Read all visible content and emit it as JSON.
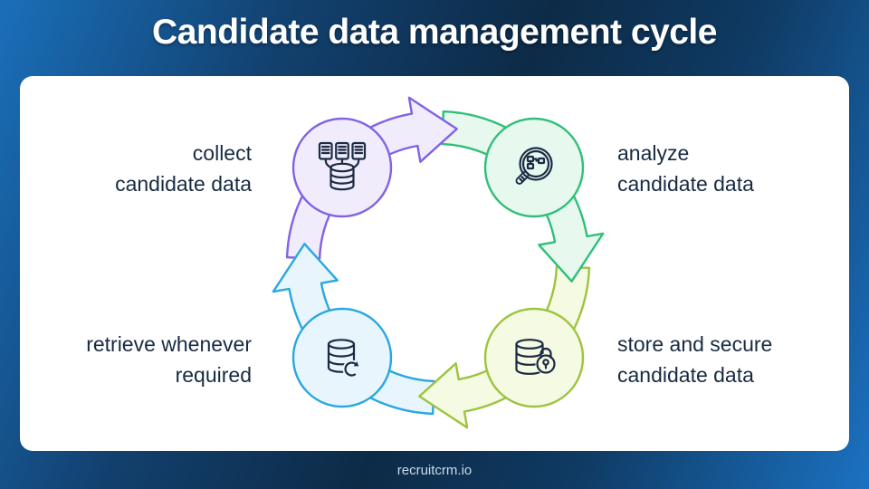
{
  "title": "Candidate data management cycle",
  "footer": "recruitcrm.io",
  "nodes": [
    {
      "id": "collect",
      "line1": "collect",
      "line2": "candidate data",
      "icon": "collect-database-icon",
      "color": "#8262e3"
    },
    {
      "id": "analyze",
      "line1": "analyze",
      "line2": "candidate data",
      "icon": "analyze-magnifier-icon",
      "color": "#2fbf78"
    },
    {
      "id": "store",
      "line1": "store and secure",
      "line2": "candidate data",
      "icon": "store-lock-database-icon",
      "color": "#9cc43e"
    },
    {
      "id": "retrieve",
      "line1": "retrieve whenever",
      "line2": "required",
      "icon": "retrieve-refresh-database-icon",
      "color": "#2aa7e0"
    }
  ],
  "colors": {
    "bg_dark": "#0d2b47",
    "bg_edge": "#1a6fba",
    "card": "#ffffff",
    "title_text": "#ffffff",
    "text": "#182b42",
    "footer_text": "#c9dcec",
    "purple": "#8262e3",
    "purple_fill": "#f0ecfb",
    "green": "#2fbf78",
    "green_fill": "#e7f8ef",
    "lime": "#9cc43e",
    "lime_fill": "#f5fae2",
    "blue": "#2aa7e0",
    "blue_fill": "#e8f5fd",
    "icon": "#1b2b44"
  }
}
